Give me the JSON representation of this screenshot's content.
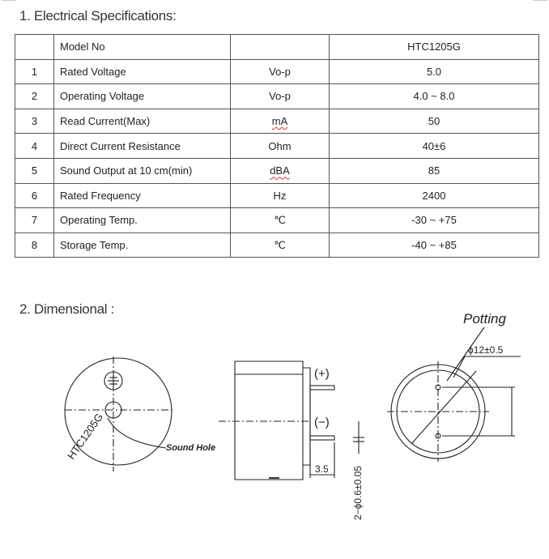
{
  "section1": {
    "title": "1. Electrical Specifications:"
  },
  "table": {
    "header": {
      "no": "",
      "item": "Model No",
      "unit": "",
      "value": "HTC1205G"
    },
    "rows": [
      {
        "no": "1",
        "item": "Rated Voltage",
        "unit": "Vo-p",
        "value": "5.0",
        "unit_marked": false
      },
      {
        "no": "2",
        "item": "Operating Voltage",
        "unit": "Vo-p",
        "value": "4.0 ~ 8.0",
        "unit_marked": false
      },
      {
        "no": "3",
        "item": "Read Current(Max)",
        "unit": "mA",
        "value": "50",
        "unit_marked": true
      },
      {
        "no": "4",
        "item": "Direct Current Resistance",
        "unit": "Ohm",
        "value": "40±6",
        "unit_marked": false
      },
      {
        "no": "5",
        "item": "Sound Output at 10 cm(min)",
        "unit": "dBA",
        "value": "85",
        "unit_marked": true
      },
      {
        "no": "6",
        "item": "Rated Frequency",
        "unit": "Hz",
        "value": "2400",
        "unit_marked": false
      },
      {
        "no": "7",
        "item": "Operating Temp.",
        "unit": "℃",
        "value": "-30 ~ +75",
        "unit_marked": false
      },
      {
        "no": "8",
        "item": "Storage Temp.",
        "unit": "℃",
        "value": "-40 ~ +85",
        "unit_marked": false
      }
    ]
  },
  "section2": {
    "title": "2. Dimensional :"
  },
  "drawing": {
    "front_label": "HTC1205G",
    "sound_hole": "Sound Hole",
    "plus": "(+)",
    "minus": "(−)",
    "pin_spacing": "3.5",
    "pin_diameter": "2−ϕ0.6±0.05",
    "potting": "Potting",
    "outer_diameter": "ϕ12±0.5"
  }
}
